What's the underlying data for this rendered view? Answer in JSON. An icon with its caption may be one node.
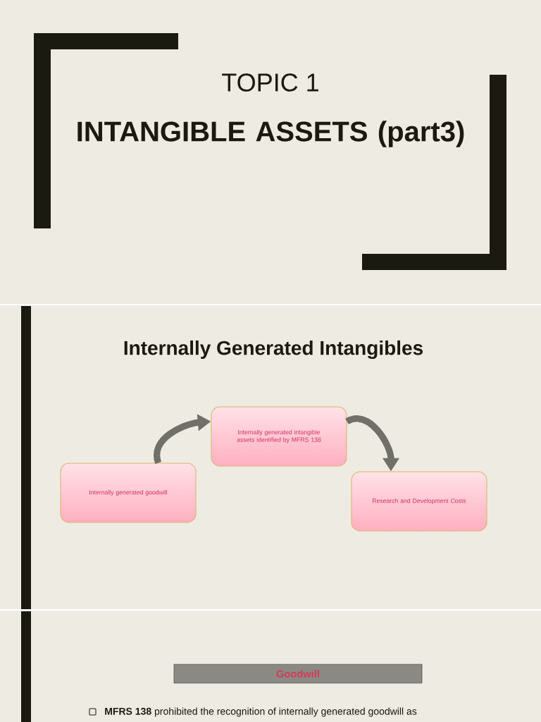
{
  "diagram": {
    "nodes": [
      {
        "text": [
          "Internally generated goodwill"
        ]
      },
      {
        "text": [
          "Internally generated intangible assets identified by MFRS 138"
        ]
      },
      {
        "text": [
          "Research and Development Costs"
        ]
      },
      {
        "text": [
          "Goodwill"
        ]
      }
    ],
    "edges": [
      {
        "from": 0,
        "to": 1,
        "arrow": "to"
      },
      {
        "from": 1,
        "to": 2,
        "arrow": "to"
      }
    ],
    "labels": [
      "TOPIC 1",
      "INTANGIBLE ASSETS (part3)",
      "Internally Generated Intangibles",
      "**MFRS 138** prohibited the recognition of internally generated goodwill as"
    ]
  }
}
